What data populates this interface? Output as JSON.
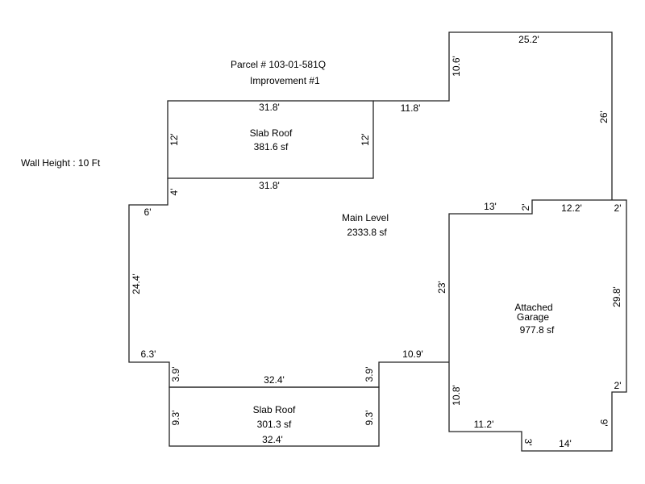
{
  "header": {
    "parcel": "Parcel # 103-01-581Q",
    "improvement": "Improvement #1"
  },
  "wall_height": "Wall Height : 10 Ft",
  "areas": {
    "slab_roof_top": {
      "name": "Slab Roof",
      "area": "381.6 sf"
    },
    "main_level": {
      "name": "Main Level",
      "area": "2333.8 sf"
    },
    "garage": {
      "name1": "Attached",
      "name2": "Garage",
      "area": "977.8 sf"
    },
    "slab_roof_bottom": {
      "name": "Slab Roof",
      "area": "301.3 sf"
    }
  },
  "dims": {
    "top_slab_top": "31.8'",
    "top_slab_bottom": "31.8'",
    "top_slab_left": "12'",
    "top_slab_right": "12'",
    "step_11_8": "11.8'",
    "right_block_left": "10.6'",
    "right_block_top": "25.2'",
    "right_block_right": "26'",
    "left_4": "4'",
    "left_6": "6'",
    "left_24_4": "24.4'",
    "left_6_3": "6.3'",
    "bot_left_3_9": "3.9'",
    "bot_right_3_9": "3.9'",
    "bot_slab_top": "32.4'",
    "bot_slab_bottom": "32.4'",
    "bot_slab_left": "9.3'",
    "bot_slab_right": "9.3'",
    "step_10_9": "10.9'",
    "garage_13": "13'",
    "garage_2a": "2'",
    "garage_12_2": "12.2'",
    "garage_2b": "2'",
    "garage_23": "23'",
    "garage_29_8": "29.8'",
    "garage_2c": "2'",
    "garage_9": "9'",
    "garage_14": "14'",
    "garage_3": "3'",
    "garage_11_2": "11.2'",
    "garage_10_8": "10.8'"
  }
}
